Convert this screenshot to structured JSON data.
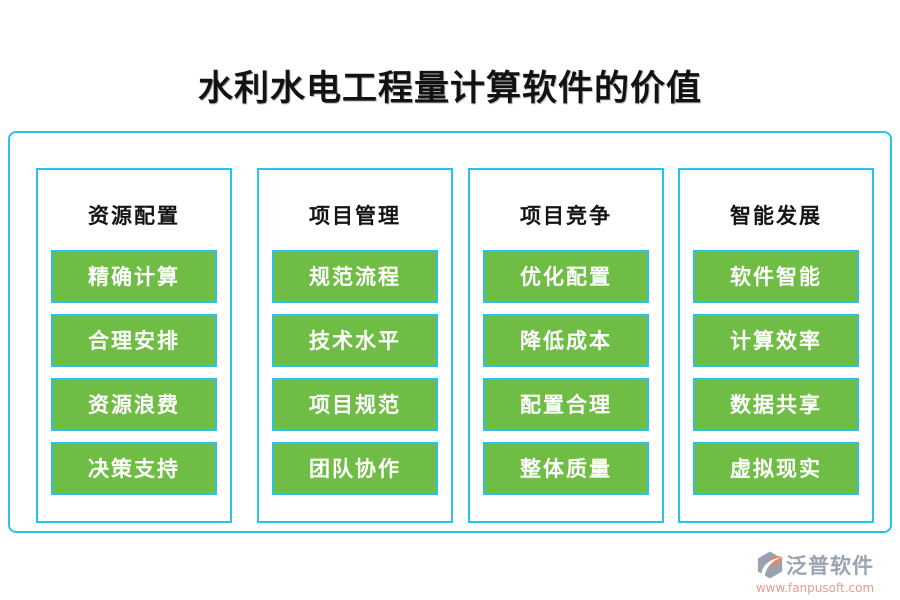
{
  "page": {
    "title": "水利水电工程量计算软件的价值"
  },
  "columns": [
    {
      "header": "资源配置",
      "items": [
        "精确计算",
        "合理安排",
        "资源浪费",
        "决策支持"
      ]
    },
    {
      "header": "项目管理",
      "items": [
        "规范流程",
        "技术水平",
        "项目规范",
        "团队协作"
      ]
    },
    {
      "header": "项目竞争",
      "items": [
        "优化配置",
        "降低成本",
        "配置合理",
        "整体质量"
      ]
    },
    {
      "header": "智能发展",
      "items": [
        "软件智能",
        "计算效率",
        "数据共享",
        "虚拟现实"
      ]
    }
  ],
  "footer": {
    "brand": "泛普软件",
    "url": "www.fanpusoft.com",
    "logo_icon": "fanpu-logo-icon"
  },
  "colors": {
    "accent_cyan": "#29c2ef",
    "button_green": "#70bd46",
    "title_black": "#121212",
    "brand_gray": "#9aa4b3",
    "brand_salmon": "#e89a90",
    "logo_orange": "#e2886c"
  }
}
